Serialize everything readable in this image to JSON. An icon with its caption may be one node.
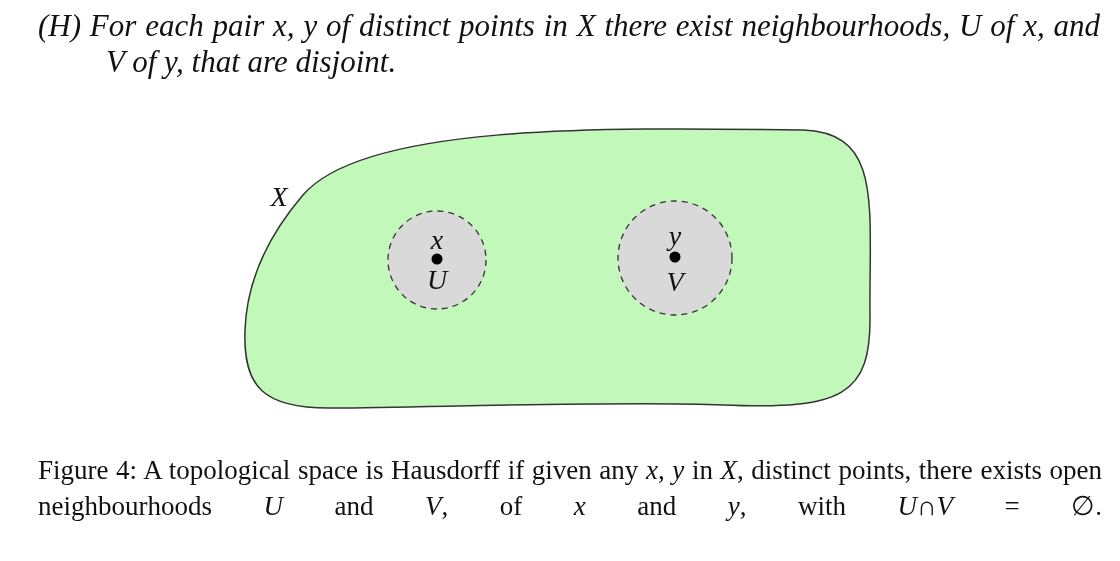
{
  "diagram": {
    "title": "(H) For each pair x, y of distinct points in X there exist neighbourhoods, U of x, and V of y, that are disjoint.",
    "caption": "Figure 4: A topological space is Hausdorff if given any *x*, *y* in *X*, distinct points, there exists open neighbourhoods *U* and *V*, of *x* and *y*, with *U*∩*V* = ∅.",
    "nodes": [
      {
        "text": [
          "X"
        ]
      },
      {
        "text": [
          "x",
          "U"
        ],
        "in": 0
      },
      {
        "text": [
          "y",
          "V"
        ],
        "in": 0
      }
    ]
  }
}
